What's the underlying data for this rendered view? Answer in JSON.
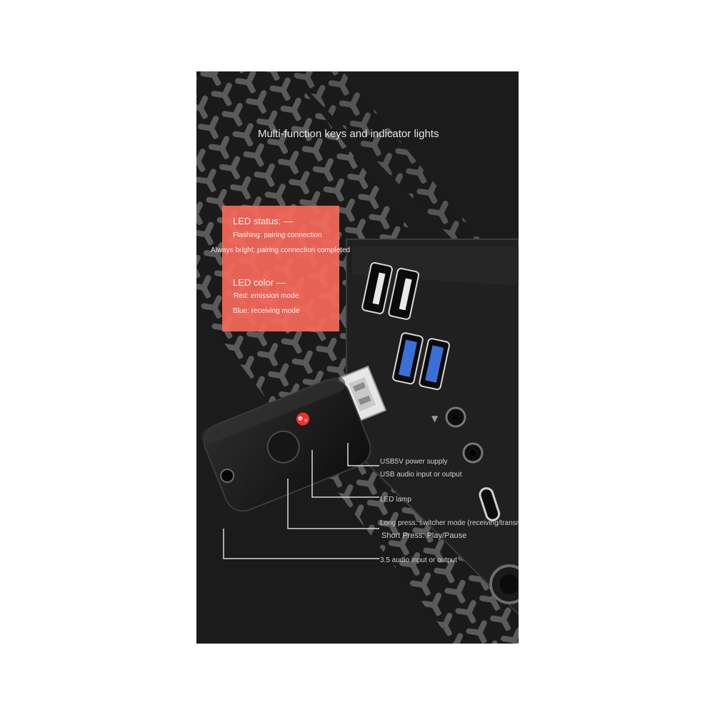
{
  "heading": "Multi-function keys and indicator lights",
  "led_box": {
    "status_title": "LED status: —",
    "status_flashing": "Flashing: pairing connection",
    "status_bright": "Always bright: pairing connection completed",
    "color_title": "LED color —",
    "color_red": "Red: emission mode",
    "color_blue": "Blue: receiving mode"
  },
  "annotations": {
    "usb_power": "USB5V power supply",
    "usb_audio": "USB audio input or output",
    "led_lamp": "LED lamp",
    "long_press": "Long press: switcher mode (receiving/transmitting)",
    "short_press": "Short Press: Play/Pause",
    "audio_jack": "3.5 audio input or output"
  },
  "colors": {
    "background": "#1b1b1b",
    "led_box": "#f5685a",
    "led_red": "#ff2a2a",
    "usb3_blue": "#3a6fd8",
    "text": "#e6e6e6"
  }
}
